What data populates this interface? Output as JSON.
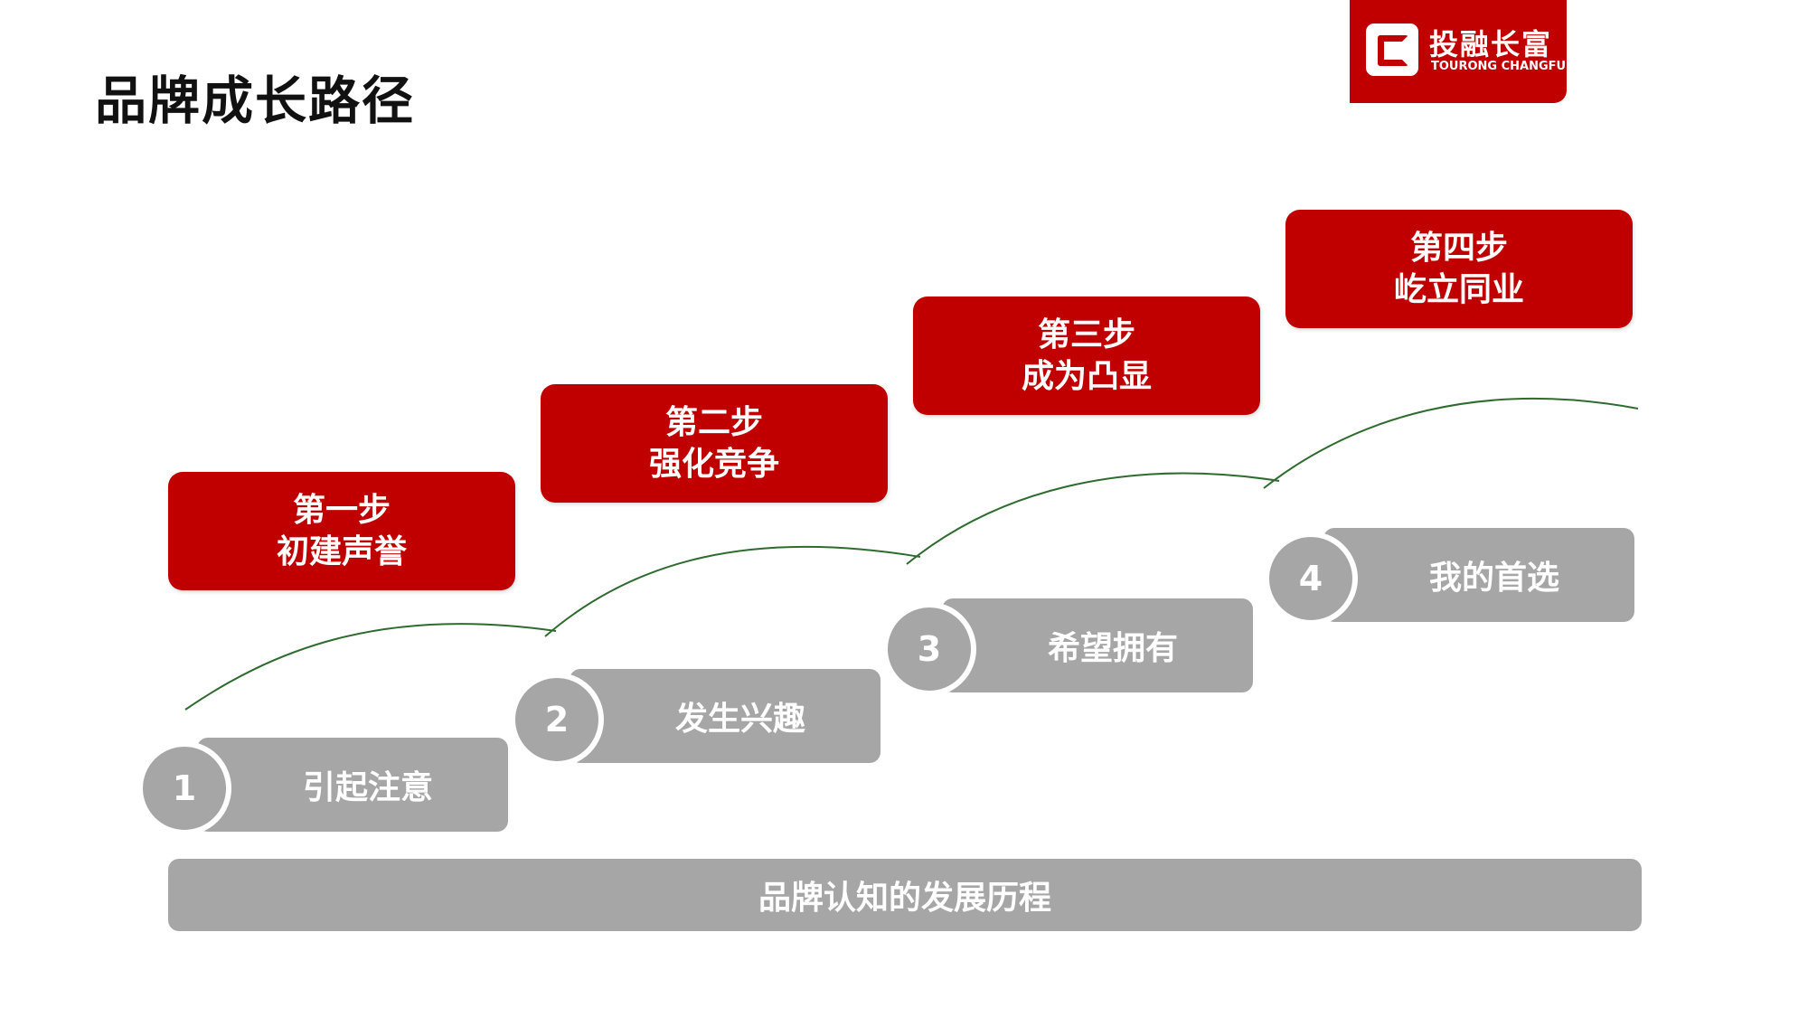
{
  "slide": {
    "title": "品牌成长路径"
  },
  "logo": {
    "name_cn": "投融长富",
    "name_en": "TOURONG CHANGFU",
    "mark": "C"
  },
  "steps": [
    {
      "label": "第一步",
      "desc": "初建声誉"
    },
    {
      "label": "第二步",
      "desc": "强化竞争"
    },
    {
      "label": "第三步",
      "desc": "成为凸显"
    },
    {
      "label": "第四步",
      "desc": "屹立同业"
    }
  ],
  "stages": [
    {
      "num": "1",
      "label": "引起注意"
    },
    {
      "num": "2",
      "label": "发生兴趣"
    },
    {
      "num": "3",
      "label": "希望拥有"
    },
    {
      "num": "4",
      "label": "我的首选"
    }
  ],
  "base_label": "品牌认知的发展历程",
  "colors": {
    "brand_red": "#c00000",
    "gray": "#a6a6a6",
    "curve": "#2e6b2e"
  }
}
